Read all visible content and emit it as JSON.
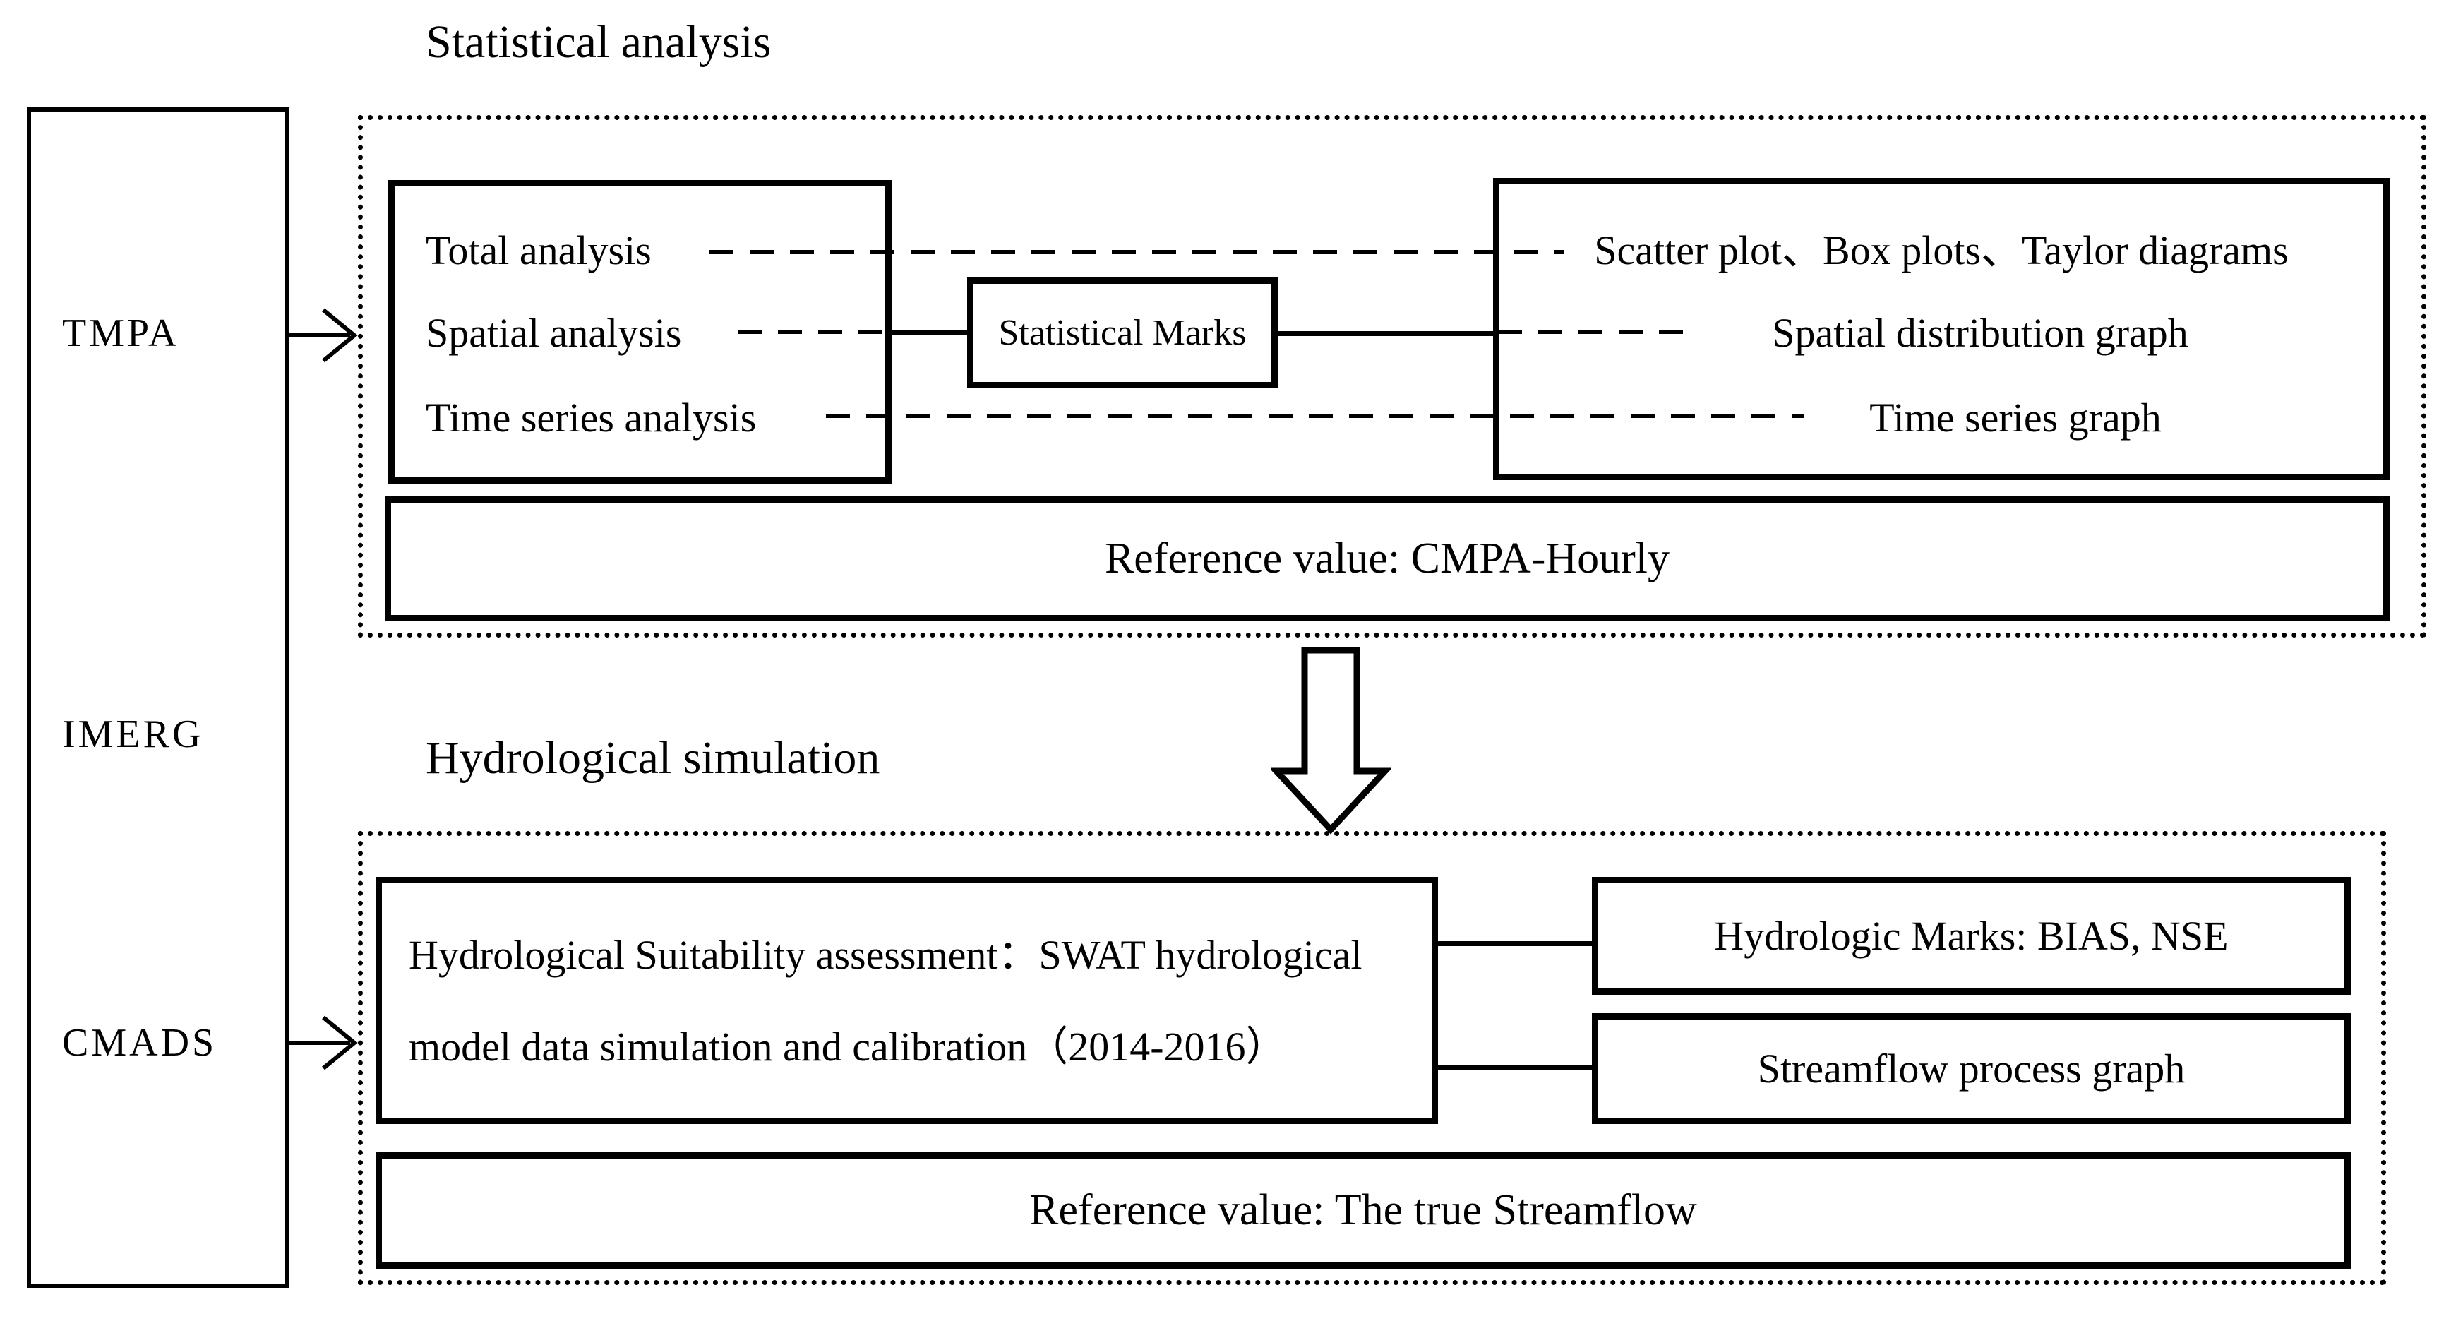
{
  "canvas": {
    "bg": "#ffffff",
    "ink": "#000000"
  },
  "sources": {
    "items": [
      "TMPA",
      "IMERG",
      "CMADS"
    ]
  },
  "statistical": {
    "title": "Statistical analysis",
    "methods": [
      "Total analysis",
      "Spatial analysis",
      "Time series analysis"
    ],
    "marks": "Statistical Marks",
    "outputs": [
      "Scatter plot、Box plots、Taylor diagrams",
      "Spatial distribution graph",
      "Time series graph"
    ],
    "reference": "Reference value: CMPA-Hourly"
  },
  "hydrological": {
    "title": "Hydrological simulation",
    "assessment_line1": "Hydrological Suitability assessment：SWAT hydrological",
    "assessment_line2": "model data simulation and calibration（2014-2016）",
    "marks": "Hydrologic Marks: BIAS, NSE",
    "output": "Streamflow process graph",
    "reference": "Reference value: The true Streamflow"
  },
  "icons": {
    "source_arrow_top": "right-arrow",
    "source_arrow_bottom": "right-arrow",
    "flow_arrow": "down-arrow"
  }
}
